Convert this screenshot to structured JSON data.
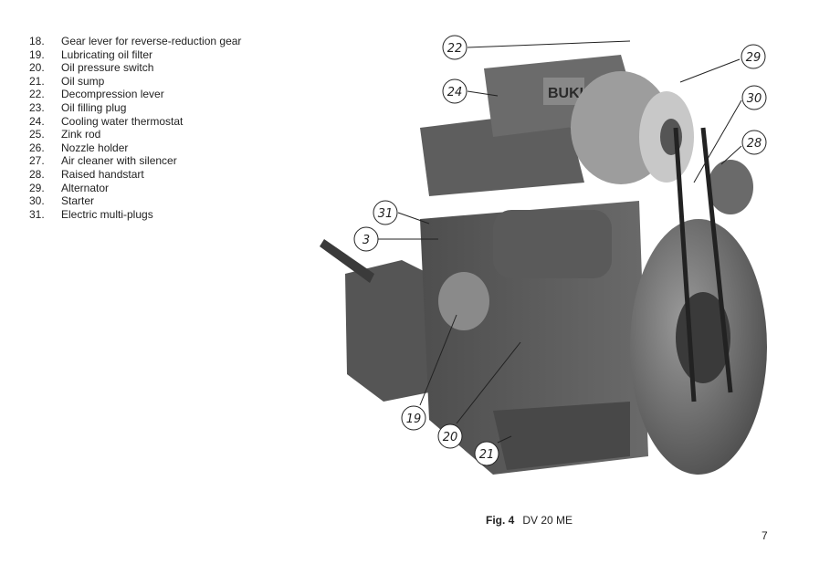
{
  "legend": [
    {
      "num": "18.",
      "text": "Gear lever for reverse-reduction gear"
    },
    {
      "num": "19.",
      "text": "Lubricating oil filter"
    },
    {
      "num": "20.",
      "text": "Oil pressure switch"
    },
    {
      "num": "21.",
      "text": "Oil sump"
    },
    {
      "num": "22.",
      "text": "Decompression lever"
    },
    {
      "num": "23.",
      "text": "Oil filling plug"
    },
    {
      "num": "24.",
      "text": "Cooling water thermostat"
    },
    {
      "num": "25.",
      "text": "Zink rod"
    },
    {
      "num": "26.",
      "text": "Nozzle holder"
    },
    {
      "num": "27.",
      "text": "Air cleaner with silencer"
    },
    {
      "num": "28.",
      "text": "Raised handstart"
    },
    {
      "num": "29.",
      "text": "Alternator"
    },
    {
      "num": "30.",
      "text": "Starter"
    },
    {
      "num": "31.",
      "text": "Electric multi-plugs"
    }
  ],
  "callouts": [
    "22",
    "29",
    "24",
    "30",
    "28",
    "31",
    "3",
    "19",
    "20",
    "21"
  ],
  "figure": {
    "label": "Fig. 4",
    "title": "DV 20 ME",
    "engine_badge": "BUKH"
  },
  "page_number": "7"
}
